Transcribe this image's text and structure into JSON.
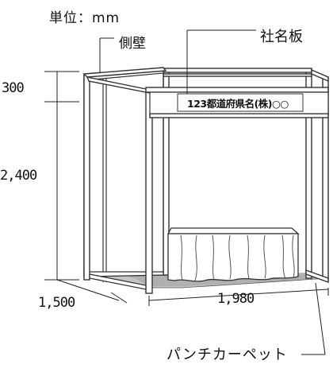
{
  "labels": {
    "unit": "単位：mm",
    "side_wall": "側壁",
    "company_sign": "社名板",
    "height_fascia": "300",
    "height_total": "2,400",
    "depth": "1,500",
    "width": "1,980",
    "carpet": "パンチカーペット",
    "sign_text": "123都道府県名(株)○○"
  },
  "colors": {
    "frame": "#333333",
    "carpet": "#bdbdbd",
    "line": "#222222"
  }
}
